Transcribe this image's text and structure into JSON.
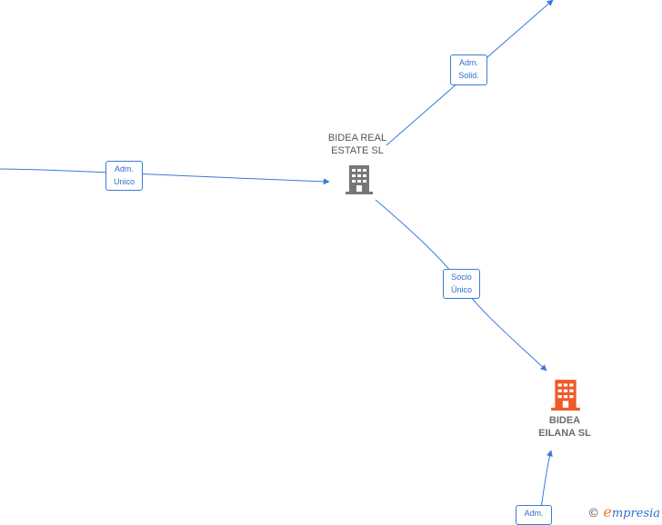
{
  "nodes": {
    "bidea_real_estate": {
      "label": "BIDEA REAL\nESTATE  SL",
      "icon": "building-icon",
      "color": "#777777"
    },
    "bidea_eilana": {
      "label": "BIDEA\nEILANA  SL",
      "icon": "building-icon",
      "color": "#f0592a"
    }
  },
  "edges": {
    "adm_unico": "Adm.\nUnico",
    "adm_solid": "Adm.\nSolid.",
    "socio_unico": "Socio\nÚnico",
    "adm_bottom": "Adm."
  },
  "watermark": {
    "copyright": "©",
    "brand_initial": "e",
    "brand_rest": "mpresia"
  },
  "colors": {
    "edge": "#3a7bd5",
    "main_node": "#f0592a",
    "other_node": "#777777"
  }
}
